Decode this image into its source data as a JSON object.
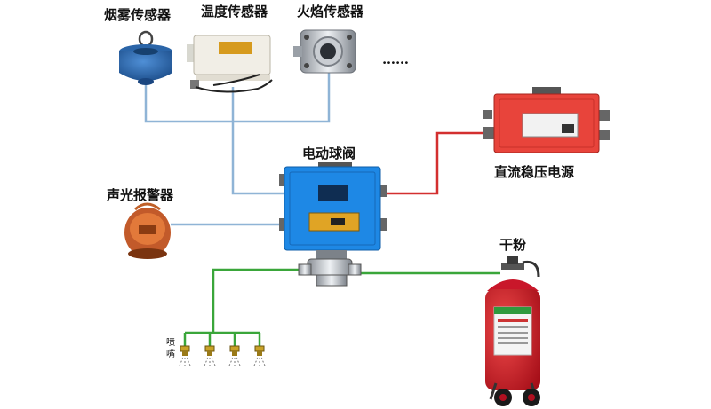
{
  "components": {
    "smoke_sensor": {
      "label": "烟雾传感器",
      "icon": "smoke-sensor-icon"
    },
    "temperature_sensor": {
      "label": "温度传感器",
      "icon": "temperature-sensor-icon"
    },
    "flame_sensor": {
      "label": "火焰传感器",
      "icon": "flame-sensor-icon"
    },
    "more_sensors": {
      "label": "……"
    },
    "electric_ball_valve": {
      "label": "电动球阀",
      "icon": "electric-ball-valve-icon"
    },
    "dc_power_supply": {
      "label": "直流稳压电源",
      "icon": "power-supply-icon"
    },
    "alarm": {
      "label": "声光报警器",
      "icon": "alarm-icon"
    },
    "dry_powder": {
      "label": "干粉",
      "icon": "fire-extinguisher-icon"
    },
    "nozzle": {
      "label_line1": "喷",
      "label_line2": "嘴",
      "icon": "nozzle-icon"
    }
  },
  "colors": {
    "signal_line": "#8fb4d6",
    "power_line": "#d32f2f",
    "pipe_line": "#3aa63a",
    "valve_box": "#1e88e5",
    "power_box": "#e53935",
    "extinguisher": "#d81b2a"
  }
}
